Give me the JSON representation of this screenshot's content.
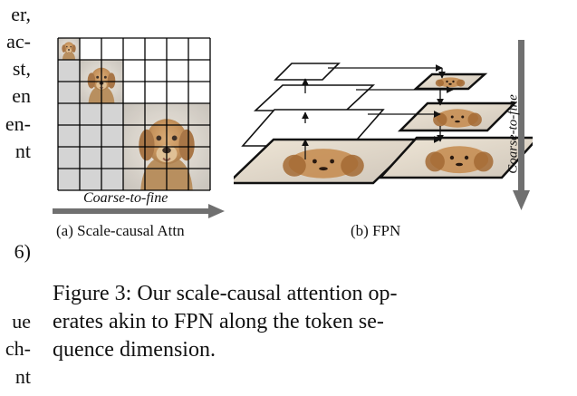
{
  "left_text": [
    "er,",
    "ac-",
    "st,",
    "en",
    "en-",
    "nt",
    "6)",
    "ue",
    "ch-",
    "nt"
  ],
  "panel_a": {
    "subcaption": "(a) Scale-causal Attn",
    "arrow_label": "Coarse-to-fine",
    "grid_size": 7,
    "blocks": [
      1,
      2,
      4
    ]
  },
  "panel_b": {
    "subcaption": "(b) FPN",
    "arrow_label": "Coarse-to-fine",
    "levels": 4
  },
  "caption": {
    "lines": [
      "Figure 3: Our scale-causal attention op-",
      "erates akin to FPN along the token se-",
      "quence dimension."
    ]
  },
  "colors": {
    "grid_line": "#000000",
    "masked_cell": "#d4d4d4",
    "arrow": "#707070",
    "photo_base": "#e4d8c4",
    "dog_fur": "#c48a4c"
  }
}
